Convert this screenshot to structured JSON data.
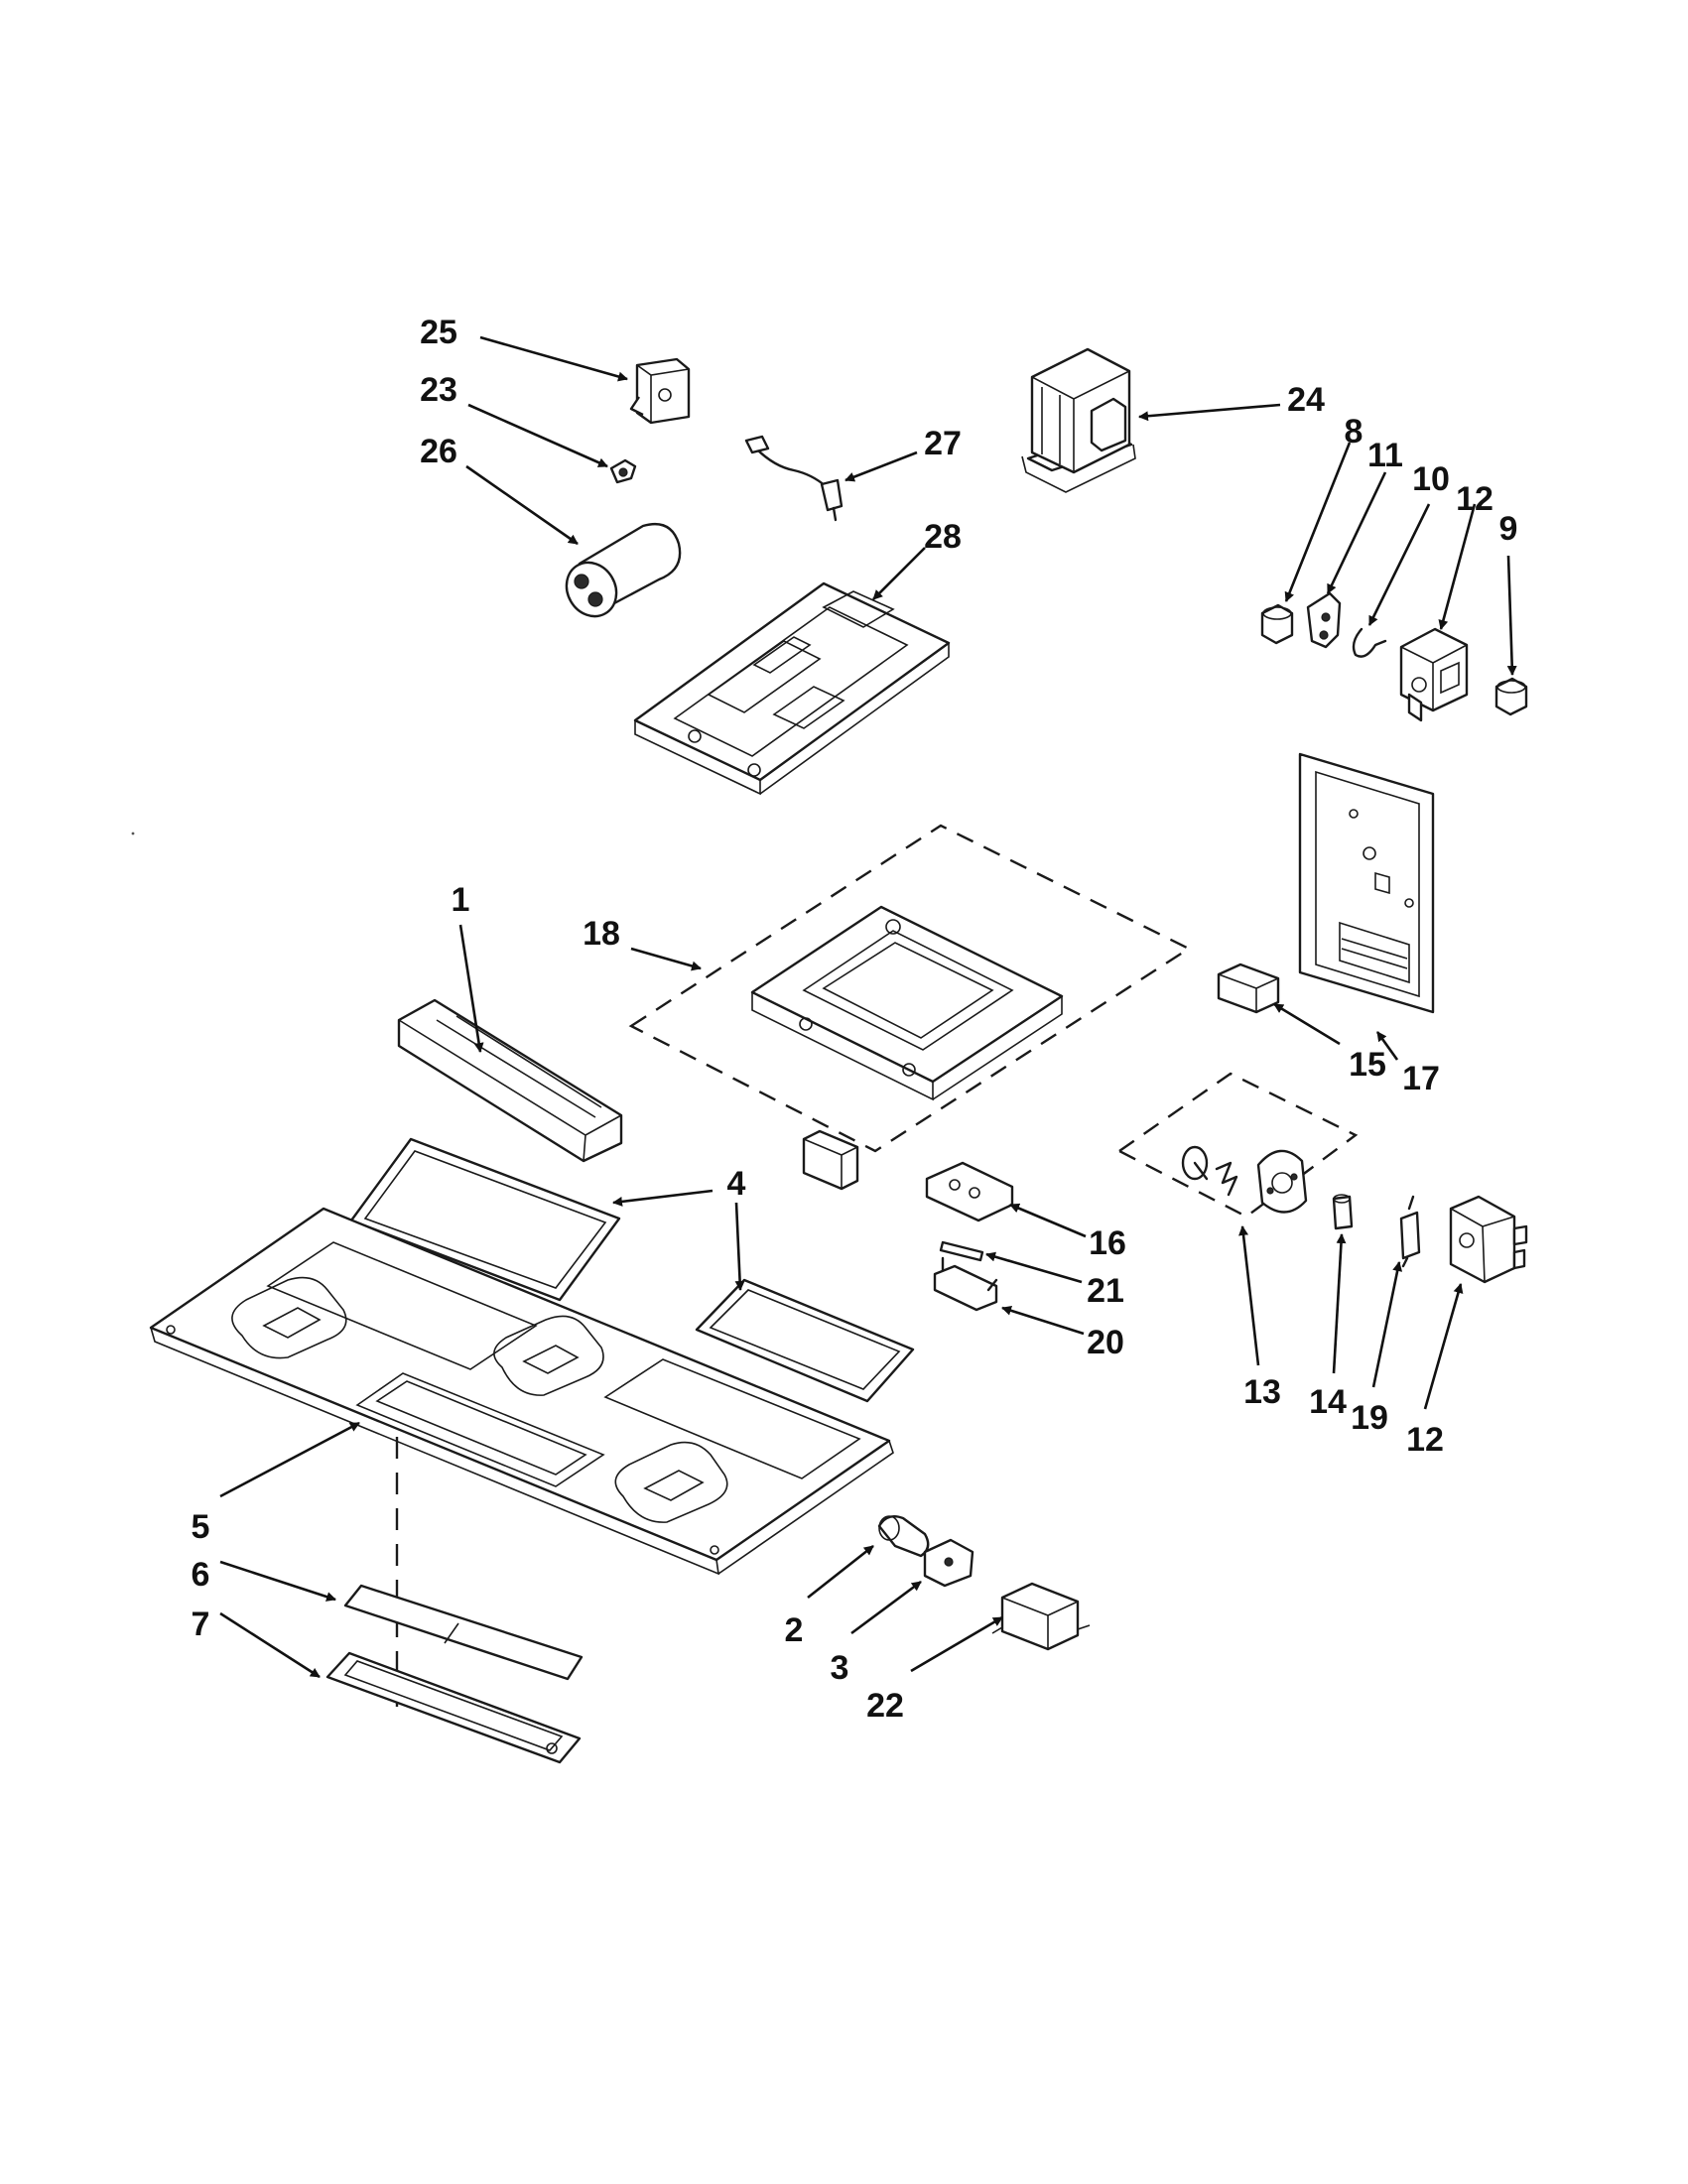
{
  "callouts": [
    {
      "id": "c25",
      "label": "25"
    },
    {
      "id": "c23",
      "label": "23"
    },
    {
      "id": "c26",
      "label": "26"
    },
    {
      "id": "c27",
      "label": "27"
    },
    {
      "id": "c28",
      "label": "28"
    },
    {
      "id": "c24",
      "label": "24"
    },
    {
      "id": "c8",
      "label": "8"
    },
    {
      "id": "c11",
      "label": "11"
    },
    {
      "id": "c10",
      "label": "10"
    },
    {
      "id": "c12a",
      "label": "12"
    },
    {
      "id": "c9",
      "label": "9"
    },
    {
      "id": "c1",
      "label": "1"
    },
    {
      "id": "c18",
      "label": "18"
    },
    {
      "id": "c17",
      "label": "17"
    },
    {
      "id": "c15",
      "label": "15"
    },
    {
      "id": "c4",
      "label": "4"
    },
    {
      "id": "c16",
      "label": "16"
    },
    {
      "id": "c21",
      "label": "21"
    },
    {
      "id": "c20",
      "label": "20"
    },
    {
      "id": "c13",
      "label": "13"
    },
    {
      "id": "c14",
      "label": "14"
    },
    {
      "id": "c19",
      "label": "19"
    },
    {
      "id": "c12b",
      "label": "12"
    },
    {
      "id": "c5",
      "label": "5"
    },
    {
      "id": "c6",
      "label": "6"
    },
    {
      "id": "c7",
      "label": "7"
    },
    {
      "id": "c2",
      "label": "2"
    },
    {
      "id": "c3",
      "label": "3"
    },
    {
      "id": "c22",
      "label": "22"
    }
  ]
}
